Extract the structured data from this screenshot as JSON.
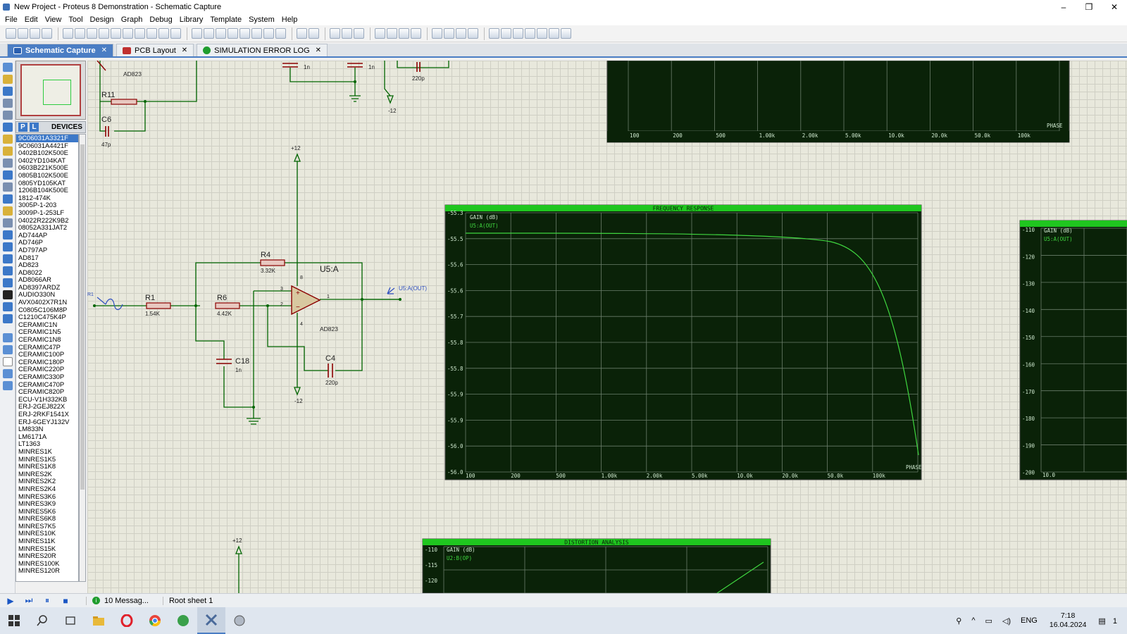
{
  "window": {
    "title": "New Project - Proteus 8 Demonstration - Schematic Capture",
    "minimize": "–",
    "maximize": "❐",
    "close": "✕"
  },
  "menu": [
    "File",
    "Edit",
    "View",
    "Tool",
    "Design",
    "Graph",
    "Debug",
    "Library",
    "Template",
    "System",
    "Help"
  ],
  "tabs": [
    {
      "label": "Schematic Capture",
      "close": "✕"
    },
    {
      "label": "PCB Layout",
      "close": "✕"
    },
    {
      "label": "SIMULATION ERROR LOG",
      "close": "✕"
    }
  ],
  "devices": {
    "mode_p": "P",
    "mode_l": "L",
    "title": "DEVICES",
    "items": [
      "9C06031A3321F",
      "9C06031A4421F",
      "0402B102K500E",
      "0402YD104KAT",
      "0603B221K500E",
      "0805B102K500E",
      "0805YD105KAT",
      "1206B104K500E",
      "1812-474K",
      "3005P-1-203",
      "3009P-1-253LF",
      "04022R222K9B2",
      "08052A331JAT2",
      "AD744AP",
      "AD746P",
      "AD797AP",
      "AD817",
      "AD823",
      "AD8022",
      "AD8066AR",
      "AD8397ARDZ",
      "AUDIO330N",
      "AVX0402X7R1N",
      "C0805C106M8P",
      "C1210C475K4P",
      "CERAMIC1N",
      "CERAMIC1N5",
      "CERAMIC1N8",
      "CERAMIC47P",
      "CERAMIC100P",
      "CERAMIC180P",
      "CERAMIC220P",
      "CERAMIC330P",
      "CERAMIC470P",
      "CERAMIC820P",
      "ECU-V1H332KB",
      "ERJ-2GEJ822X",
      "ERJ-2RKF1541X",
      "ERJ-6GEYJ132V",
      "LM833N",
      "LM6171A",
      "LT1363",
      "MINRES1K",
      "MINRES1K5",
      "MINRES1K8",
      "MINRES2K",
      "MINRES2K2",
      "MINRES2K4",
      "MINRES3K6",
      "MINRES3K9",
      "MINRES5K6",
      "MINRES6K8",
      "MINRES7K5",
      "MINRES10K",
      "MINRES11K",
      "MINRES15K",
      "MINRES20R",
      "MINRES100K",
      "MINRES120R"
    ],
    "selected_index": 0
  },
  "schematic": {
    "top_opamp_model": "AD823",
    "r11": {
      "ref": "R11"
    },
    "c6": {
      "ref": "C6",
      "value": "47p"
    },
    "cap_top1": "1n",
    "cap_top2": "1n",
    "cap_top3": "220p",
    "rail_top_neg": "-12",
    "plus12": "+12",
    "r4": {
      "ref": "R4",
      "value": "3.32K"
    },
    "u5": {
      "ref": "U5:A",
      "model": "AD823",
      "pin3": "3",
      "pin2": "2",
      "pin1": "1",
      "pin8": "8",
      "pin4": "4",
      "plus": "+",
      "minus": "−"
    },
    "r1": {
      "ref": "R1",
      "value": "1.54K"
    },
    "r6": {
      "ref": "R6",
      "value": "4.42K"
    },
    "c18": {
      "ref": "C18",
      "value": "1n"
    },
    "c4": {
      "ref": "C4",
      "value": "220p"
    },
    "rail_neg": "-12",
    "source_label": "R1",
    "probe_label": "U5:A(OUT)",
    "bottom_plus12": "+12"
  },
  "graph_top": {
    "phase_label": "PHASE",
    "x_ticks": [
      "100",
      "200",
      "500",
      "1.00k",
      "2.00k",
      "5.00k",
      "10.0k",
      "20.0k",
      "50.0k",
      "100k"
    ]
  },
  "graph_freq": {
    "title": "FREQUENCY RESPONSE",
    "y_label": "GAIN (dB)",
    "trace_label": "U5:A(OUT)",
    "phase_label": "PHASE",
    "y_ticks": [
      "-55.3",
      "-55.5",
      "-55.6",
      "-55.6",
      "-55.7",
      "-55.8",
      "-55.8",
      "-55.9",
      "-55.9",
      "-56.0",
      "-56.0"
    ],
    "x_ticks": [
      "100",
      "200",
      "500",
      "1.00k",
      "2.00k",
      "5.00k",
      "10.0k",
      "20.0k",
      "50.0k",
      "100k"
    ]
  },
  "graph_right": {
    "y_label": "GAIN (dB)",
    "trace_label": "U5:A(OUT)",
    "y_ticks": [
      "-110",
      "-120",
      "-130",
      "-140",
      "-150",
      "-160",
      "-170",
      "-180",
      "-190",
      "-200"
    ],
    "x_tick": "10.0"
  },
  "graph_dist": {
    "title": "DISTORTION ANALYSIS",
    "y_label": "GAIN (dB)",
    "trace_label": "U2:B(OP)",
    "y_ticks": [
      "-110",
      "-115",
      "-120"
    ]
  },
  "status": {
    "messages": "10 Messag...",
    "sheet": "Root sheet 1",
    "info": "i"
  },
  "taskbar": {
    "lang": "ENG",
    "time": "7:18",
    "date": "16.04.2024",
    "notif": "1"
  }
}
